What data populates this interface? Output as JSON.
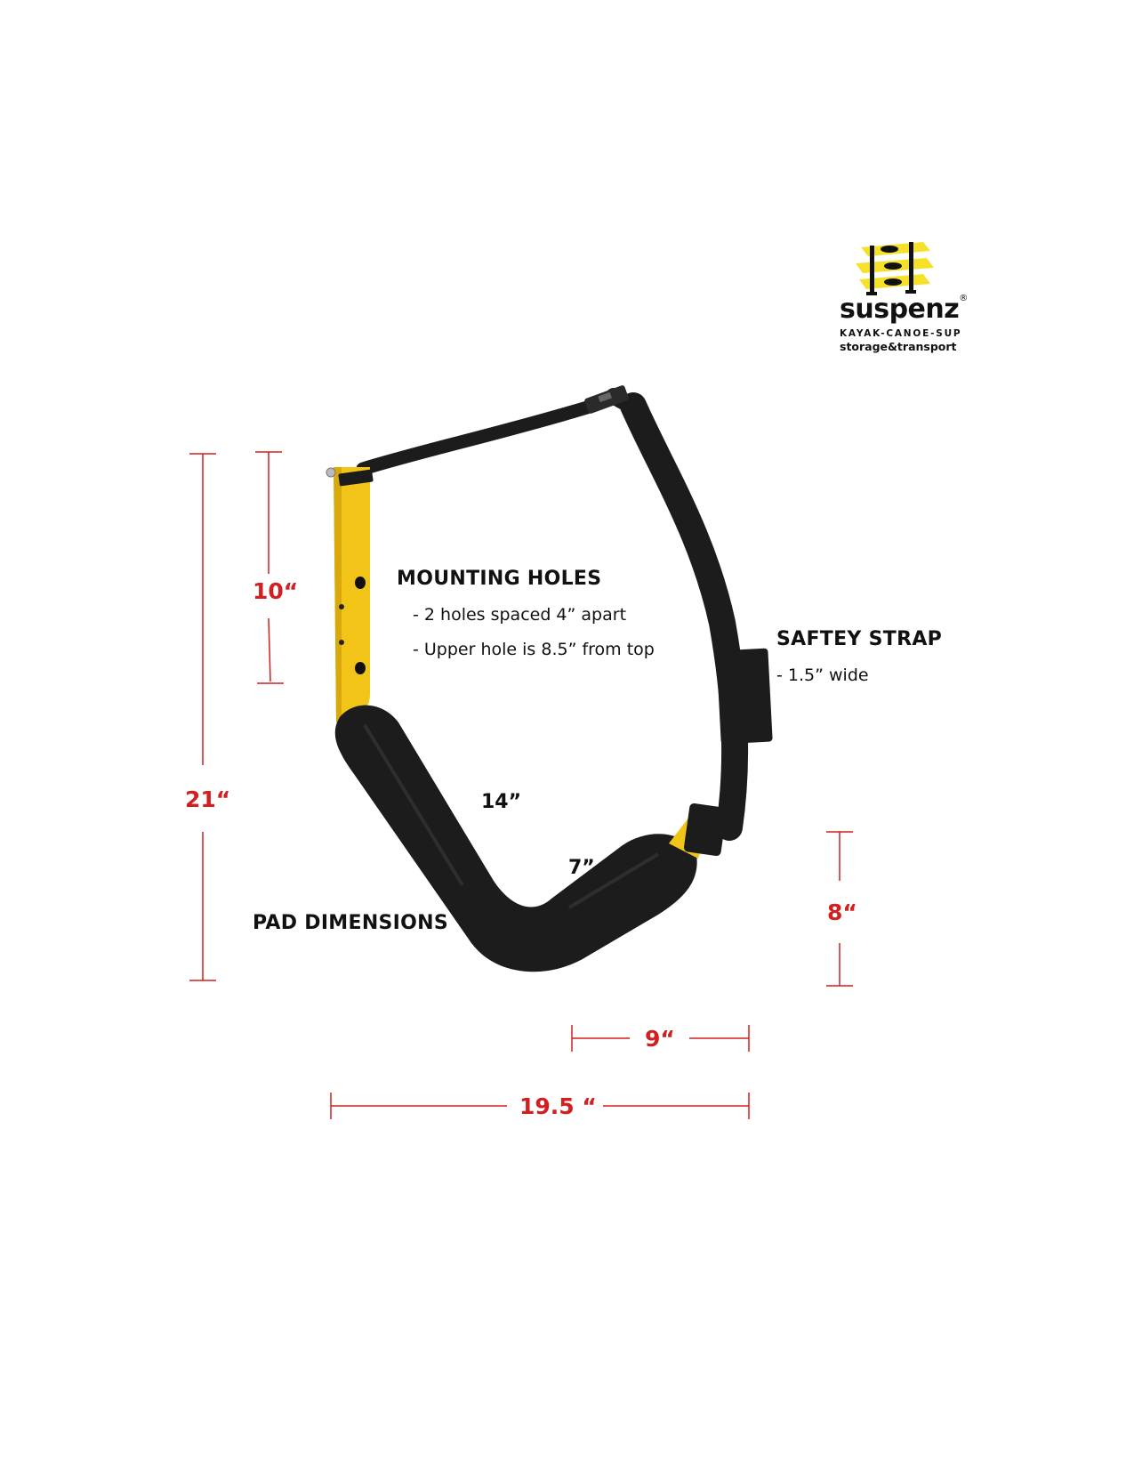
{
  "logo": {
    "brand": "suspenz",
    "registered": "®",
    "tagline_line1": "KAYAK-CANOE-SUP",
    "tagline_line2": "storage&transport"
  },
  "dimensions": {
    "total_height": "21“",
    "bracket_height": "10“",
    "hook_height": "8“",
    "hook_width": "9“",
    "total_width": "19.5 “"
  },
  "mounting": {
    "title": "MOUNTING HOLES",
    "line1": "- 2 holes spaced 4” apart",
    "line2": "- Upper hole is 8.5” from top"
  },
  "strap": {
    "title": "SAFTEY STRAP",
    "line1": "- 1.5” wide"
  },
  "pad": {
    "title": "PAD DIMENSIONS",
    "long_side": "14”",
    "short_side": "7”"
  },
  "colors": {
    "dimension_red": "#d21f1f",
    "bracket_yellow": "#f2c418",
    "pad_black": "#1c1c1c",
    "logo_yellow": "#f5e12a"
  }
}
